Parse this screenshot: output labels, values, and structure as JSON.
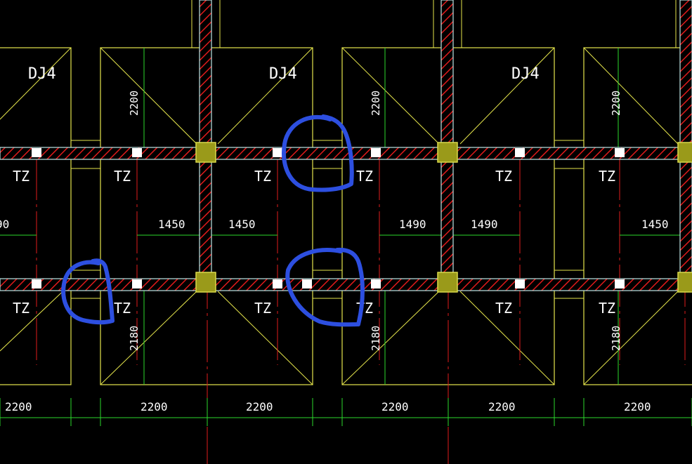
{
  "colors": {
    "background": "#000000",
    "footing_outline": "#e6e64c",
    "dimension_line": "#2bd92b",
    "axis_line": "#e01b1b",
    "beam_outline": "#bfe6e6",
    "beam_hatch": "#e01b1b",
    "column_fill": "#9a9a1a",
    "column_outline": "#d9d94a",
    "pile_marker": "#ffffff",
    "text": "#ffffff",
    "markup": "#2d4fe0"
  },
  "labels": {
    "footing_tag": "DJ4",
    "column_tag": "TZ"
  },
  "dimensions": {
    "footing_width": "2200",
    "top_depth": "2200",
    "bottom_depth": "2180",
    "offset_1450": "1450",
    "offset_1490": "1490",
    "offset_partial": "90"
  },
  "markup_circles": [
    "annotation-circle-1",
    "annotation-circle-2",
    "annotation-circle-3"
  ]
}
